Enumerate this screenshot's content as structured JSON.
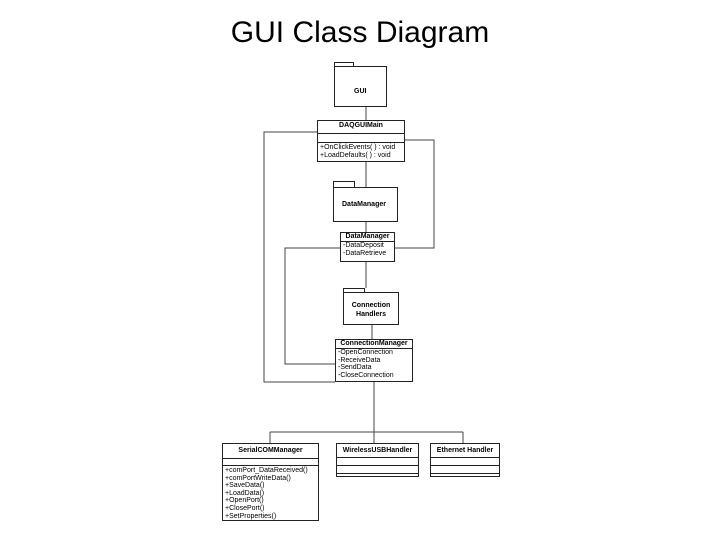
{
  "title": "GUI Class Diagram",
  "gui_package": {
    "name": "GUI"
  },
  "daq_main": {
    "name": "DAQGUIMain",
    "operations": [
      "+OnClickEvents( ) : void",
      "+LoadDefaults( ) : void"
    ]
  },
  "data_package": {
    "name": "DataManager"
  },
  "data_manager": {
    "name": "DataManager",
    "operations": [
      "-DataDeposit",
      "-DataRetrieve"
    ]
  },
  "conn_package": {
    "name_line1": "Connection",
    "name_line2": "Handlers"
  },
  "connection_manager": {
    "name": "ConnectionManager",
    "operations": [
      "-OpenConnection",
      "-ReceiveData",
      "-SendData",
      "-CloseConnection"
    ]
  },
  "serial_com_manager": {
    "name": "SerialCOMManager",
    "operations": [
      "+comPort_DataReceived()",
      "+comPortWriteData()",
      "+SaveData()",
      "+LoadData()",
      "+OpenPort()",
      "+ClosePort()",
      "+SetProperties()"
    ]
  },
  "wireless_usb_handler": {
    "name": "WirelessUSBHandler"
  },
  "ethernet_handler": {
    "name": "Ethernet Handler"
  }
}
